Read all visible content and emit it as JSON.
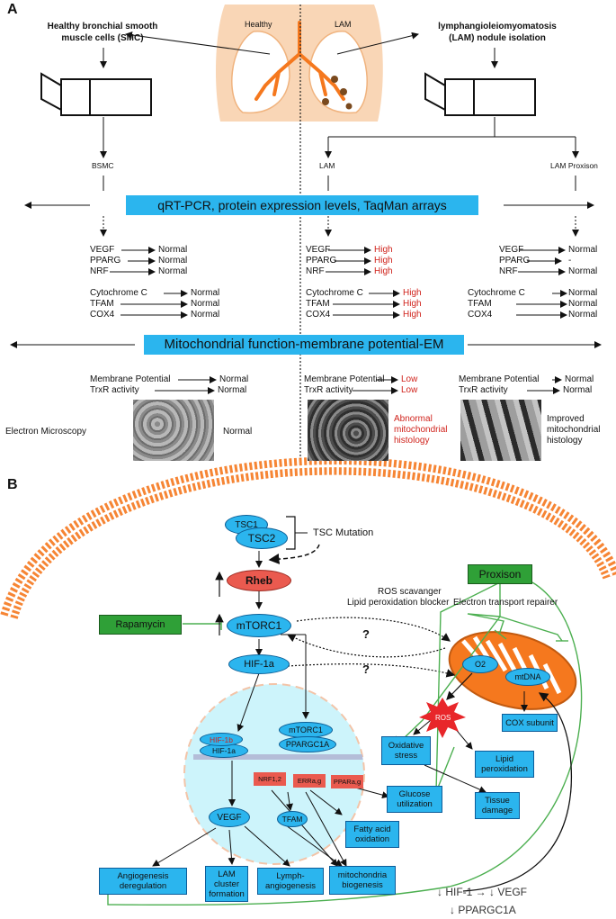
{
  "panel_a": {
    "label": "A",
    "healthy_title_1": "Healthy bronchial smooth",
    "healthy_title_2": "muscle cells (SMC)",
    "lam_title_1": "lymphangioleiomyomatosis",
    "lam_title_2": "(LAM) nodule isolation",
    "lung_healthy": "Healthy",
    "lung_lam": "LAM",
    "branch_bsmc": "BSMC",
    "branch_lam": "LAM",
    "branch_proxison": "LAM Proxison",
    "banner1": "qRT-PCR, protein expression levels, TaqMan arrays",
    "banner2": "Mitochondrial function-membrane potential-EM",
    "genes": [
      "VEGF",
      "PPARG",
      "NRF"
    ],
    "proteins": [
      "Cytochrome C",
      "TFAM",
      "COX4"
    ],
    "col_bsmc_genes": [
      "Normal",
      "Normal",
      "Normal"
    ],
    "col_bsmc_proteins": [
      "Normal",
      "Normal",
      "Normal"
    ],
    "col_lam_genes": [
      "High",
      "High",
      "High"
    ],
    "col_lam_proteins": [
      "High",
      "High",
      "High"
    ],
    "col_prox_genes": [
      "Normal",
      "-",
      "Normal"
    ],
    "col_prox_proteins": [
      "Normal",
      "Normal",
      "Normal"
    ],
    "mito_labels": [
      "Membrane Potential",
      "TrxR activity"
    ],
    "mito_labels_spaced": [
      "Membrane  Potential",
      "TrxR activity"
    ],
    "mito_bsmc": [
      "Normal",
      "Normal"
    ],
    "mito_lam": [
      "Low",
      "Low"
    ],
    "mito_prox": [
      "Normal",
      "Normal"
    ],
    "em_label": "Electron Microscopy",
    "em_bsmc": "Normal",
    "em_lam": [
      "Abnormal",
      "mitochondrial",
      "histology"
    ],
    "em_prox": [
      "Improved",
      "mitochondrial",
      "histology"
    ]
  },
  "panel_b": {
    "label": "B",
    "tsc1": "TSC1",
    "tsc2": "TSC2",
    "tsc_mutation": "TSC Mutation",
    "rheb": "Rheb",
    "rapamycin": "Rapamycin",
    "mtorc1": "mTORC1",
    "hif1a": "HIF-1a",
    "proxison": "Proxison",
    "ros_scavenger": "ROS scavanger",
    "lipid_blocker": "Lipid peroxidation blocker",
    "etr": "Electron transport repairer",
    "question": "?",
    "o2": "O2",
    "mtdna": "mtDNA",
    "ros": "ROS",
    "hif1b": "HIF-1b",
    "hif1a_nuc": "HIF-1a",
    "mtorc1_nuc": "mTORC1",
    "ppargc1a": "PPARGC1A",
    "nrf12": "NRF1,2",
    "erra": "ERRa,g",
    "ppara": "PPARa,g",
    "vegf": "VEGF",
    "tfam": "TFAM",
    "cox_subunit": "COX subunit",
    "oxidative_stress": [
      "Oxidative",
      "stress"
    ],
    "lipid_perox": [
      "Lipid",
      "peroxidation"
    ],
    "tissue_damage": [
      "Tissue",
      "damage"
    ],
    "glucose": [
      "Glucose",
      "utilization"
    ],
    "fatty_acid": [
      "Fatty acid",
      "oxidation"
    ],
    "angio": "Angiogenesis deregulation",
    "lam_cluster": [
      "LAM",
      "cluster",
      "formation"
    ],
    "lymph": [
      "Lymph-",
      "angiogenesis"
    ],
    "mito_bio": [
      "mitochondria",
      "biogenesis"
    ],
    "down_line1": "↓ HIF-1 → ↓ VEGF",
    "down_line2": "↓ PPARGC1A"
  },
  "colors": {
    "blue": "#2bb5ee",
    "green": "#2fa037",
    "red": "#d0231c",
    "orange": "#f5781e",
    "cell_fill": "#cdf4fb"
  }
}
